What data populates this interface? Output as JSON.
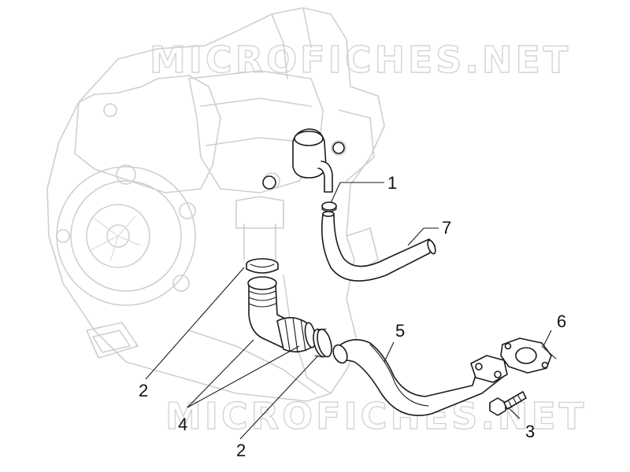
{
  "watermark": {
    "top": "MICROFICHES.NET",
    "bottom": "MICROFICHES.NET"
  },
  "callouts": [
    {
      "id": "1",
      "label": "1"
    },
    {
      "id": "7",
      "label": "7"
    },
    {
      "id": "5",
      "label": "5"
    },
    {
      "id": "6",
      "label": "6"
    },
    {
      "id": "2a",
      "label": "2"
    },
    {
      "id": "4",
      "label": "4"
    },
    {
      "id": "2b",
      "label": "2"
    },
    {
      "id": "3",
      "label": "3"
    }
  ],
  "colors": {
    "background": "#ffffff",
    "ghost_outline": "#cfcfcf",
    "part_outline": "#1a1a1a"
  }
}
